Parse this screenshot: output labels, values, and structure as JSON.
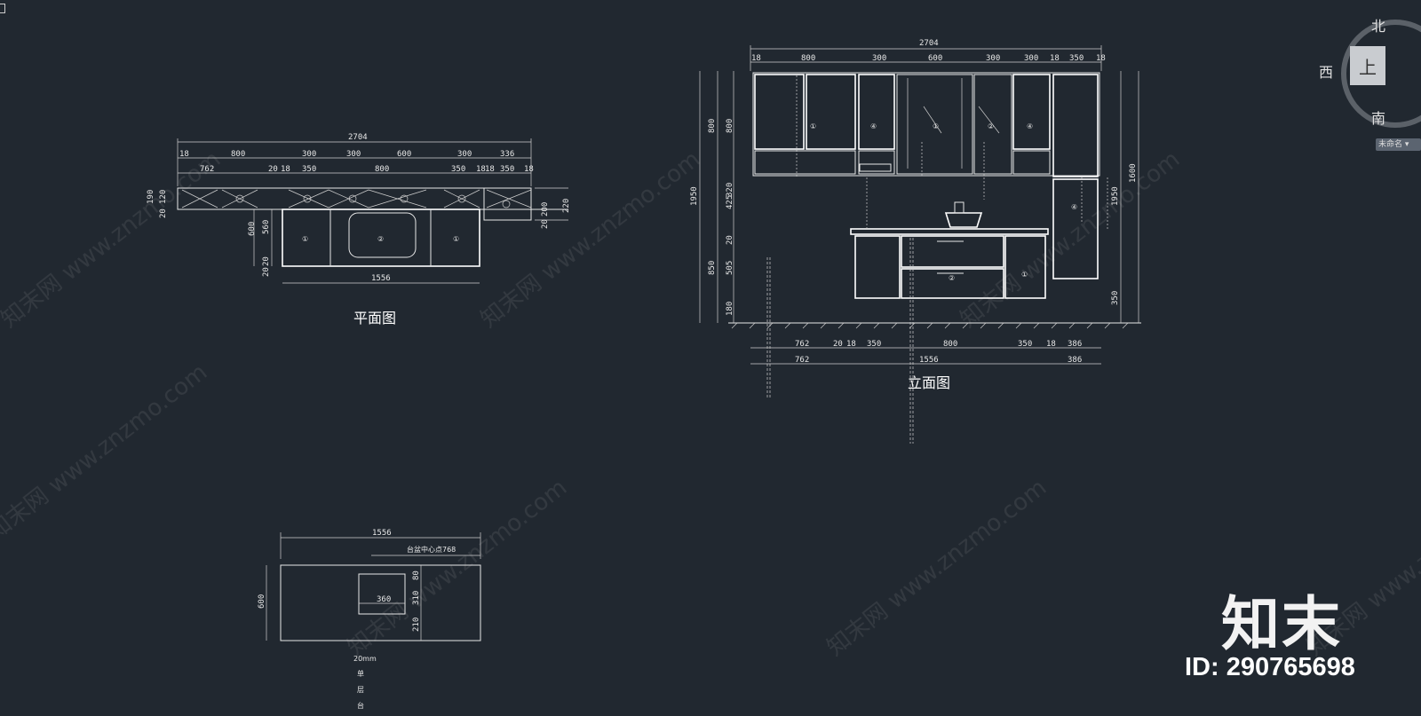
{
  "plan": {
    "title": "平面图",
    "overall": "2704",
    "row1": [
      "18",
      "800",
      "300",
      "300",
      "600",
      "300",
      "336"
    ],
    "row2": [
      "762",
      "20",
      "18",
      "350",
      "800",
      "350",
      "18",
      "18",
      "350",
      "18"
    ],
    "bottom": "1556",
    "left_dims": [
      "190",
      "20",
      "120",
      "600",
      "560",
      "20",
      "20"
    ],
    "right_dims": [
      "220",
      "200",
      "20"
    ],
    "markers": [
      "①",
      "②",
      "①"
    ]
  },
  "elevation": {
    "title": "立面图",
    "overall": "2704",
    "top_row": [
      "18",
      "800",
      "300",
      "600",
      "300",
      "300",
      "18",
      "350",
      "18"
    ],
    "bottom_row1": [
      "762",
      "20",
      "18",
      "350",
      "800",
      "350",
      "18",
      "386"
    ],
    "bottom_row2": [
      "762",
      "1556",
      "386"
    ],
    "left_dims": [
      "1950",
      "800",
      "800",
      "320",
      "425",
      "20",
      "850",
      "505",
      "180"
    ],
    "right_dims": [
      "1600",
      "1950",
      "350"
    ],
    "markers": [
      "①",
      "②",
      "④",
      "①",
      "②",
      "④",
      "①",
      "②",
      "①",
      "④"
    ]
  },
  "countertop": {
    "width": "1556",
    "note": "台盆中心点768",
    "height": "600",
    "sink": "360",
    "right_dims": [
      "80",
      "310",
      "210"
    ],
    "caption": [
      "20mm",
      "单",
      "层",
      "台"
    ]
  },
  "viewcube": {
    "north": "北",
    "west": "西",
    "south": "南",
    "face": "上",
    "tag": "未命名 ▾"
  },
  "watermark": "知末网 www.znzmo.com",
  "brand": "知末",
  "brand_id": "ID: 290765698"
}
